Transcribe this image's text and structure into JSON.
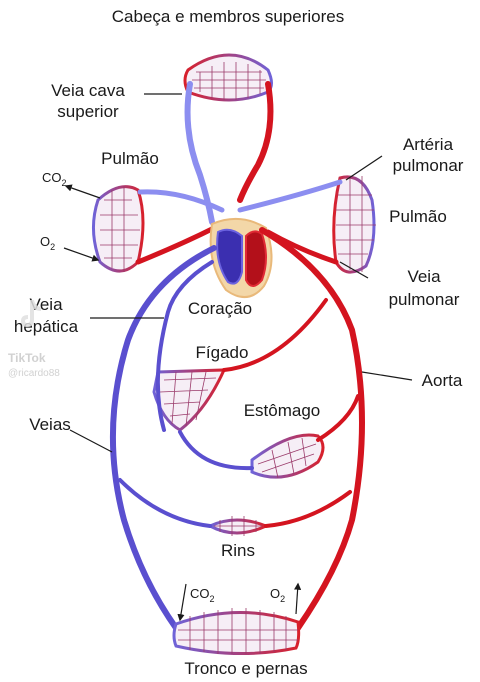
{
  "diagram": {
    "labels": {
      "head_limbs": "Cabeça e membros superiores",
      "vena_cava_sup_1": "Veia cava",
      "vena_cava_sup_2": "superior",
      "lung_left": "Pulmão",
      "lung_right": "Pulmão",
      "pulm_artery_1": "Artéria",
      "pulm_artery_2": "pulmonar",
      "pulm_vein_1": "Veia",
      "pulm_vein_2": "pulmonar",
      "heart": "Coração",
      "hepatic_vein_1": "Veia",
      "hepatic_vein_2": "hepática",
      "liver": "Fígado",
      "aorta": "Aorta",
      "stomach": "Estômago",
      "veins": "Veias",
      "kidneys": "Rins",
      "trunk_legs": "Tronco e pernas",
      "co2_left": "CO",
      "o2_left": "O",
      "co2_bottom": "CO",
      "o2_bottom": "O",
      "sub_2": "2"
    },
    "watermark": {
      "brand": "TikTok",
      "handle": "@ricardo88"
    },
    "colors": {
      "artery": "#d4141f",
      "vein": "#5a4fcf",
      "vein_light": "#8c8ef0",
      "capillary": "#9a3a6a",
      "text": "#1a1a1a"
    }
  }
}
